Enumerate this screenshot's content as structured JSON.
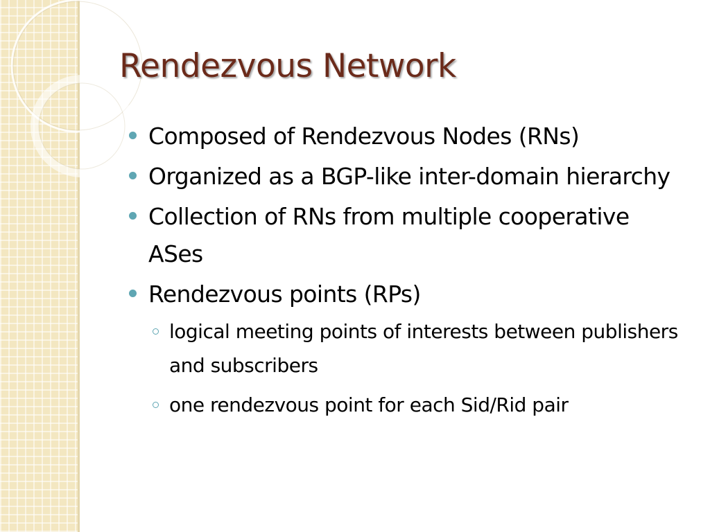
{
  "slide": {
    "title": "Rendezvous Network",
    "bullets": [
      {
        "text": "Composed of Rendezvous Nodes (RNs)"
      },
      {
        "text": "Organized as a BGP-like inter-domain hierarchy"
      },
      {
        "text": "Collection of RNs from multiple cooperative ASes"
      },
      {
        "text": "Rendezvous points (RPs)",
        "sub_bullets": [
          {
            "text": "logical meeting points of interests between publishers and subscribers"
          },
          {
            "text": "one rendezvous point for each Sid/Rid pair"
          }
        ]
      }
    ]
  },
  "theme": {
    "title_color": "#6b2a1a",
    "bullet_color": "#5fa6b3",
    "panel_color": "#f3e7c1"
  }
}
